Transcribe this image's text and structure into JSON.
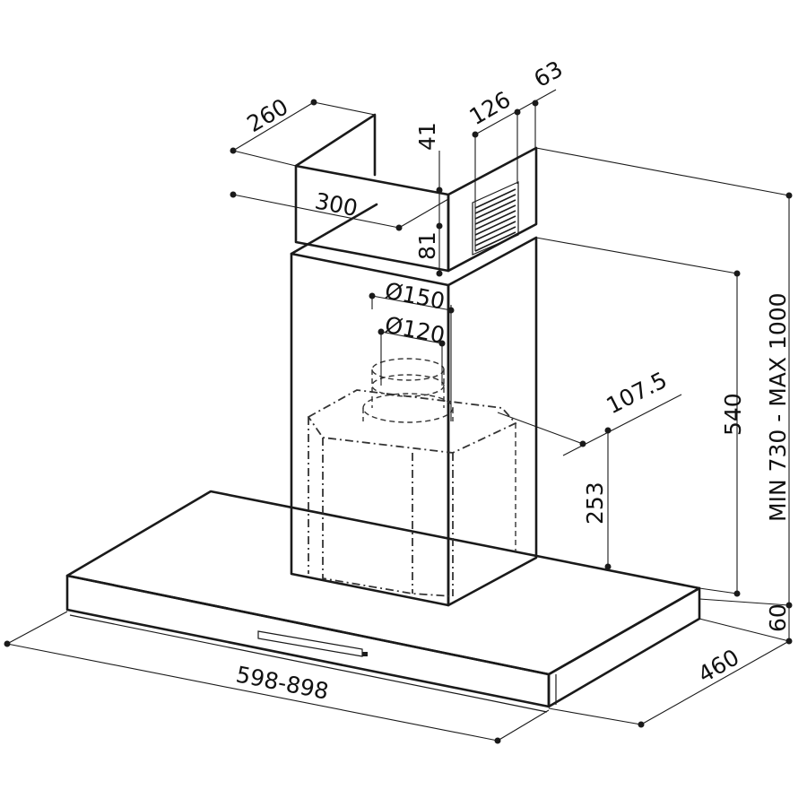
{
  "dimensions": {
    "top_chimney_depth": "260",
    "top_chimney_width": "300",
    "chimney_upper_41": "41",
    "chimney_upper_81": "81",
    "vent_126": "126",
    "vent_63": "63",
    "outlet_outer": "Ø150",
    "outlet_inner": "Ø120",
    "motor_offset": "107.5",
    "motor_height": "253",
    "chimney_height": "540",
    "total_height": "MIN 730 - MAX 1000",
    "canopy_thickness": "60",
    "canopy_depth": "460",
    "canopy_width": "598-898"
  },
  "colors": {
    "line": "#1a1a1a",
    "background": "#ffffff"
  }
}
